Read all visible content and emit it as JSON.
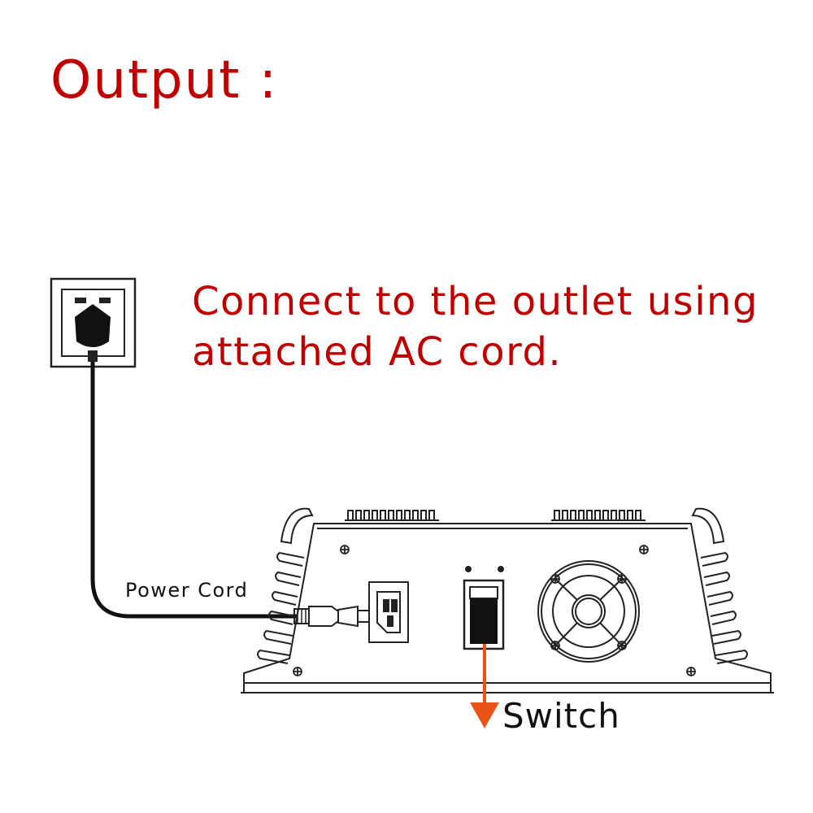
{
  "title": "Output :",
  "instruction": {
    "line1": "Connect to the outlet using",
    "line2": "attached AC cord."
  },
  "labels": {
    "power_cord": "Power  Cord",
    "switch": "Switch"
  },
  "colors": {
    "title_text": "#c00000",
    "switch_arrow": "#e8531a",
    "line_art": "#222222"
  }
}
